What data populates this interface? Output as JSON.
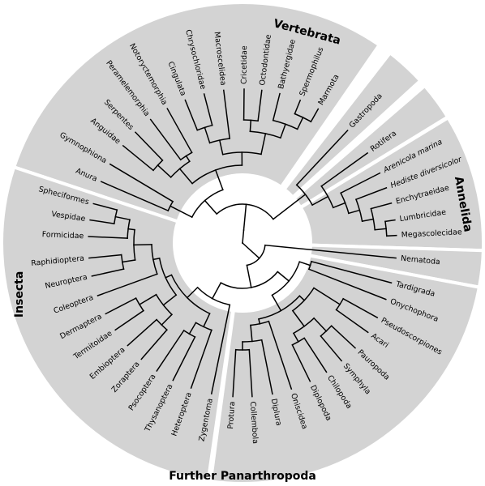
{
  "figure": {
    "clades": [
      {
        "id": "vertebrata",
        "label": "Vertebrata"
      },
      {
        "id": "gastropoda",
        "label": ""
      },
      {
        "id": "rotifera",
        "label": ""
      },
      {
        "id": "annelida",
        "label": "Annelida"
      },
      {
        "id": "nematoda",
        "label": ""
      },
      {
        "id": "panarthropoda",
        "label": "Further Panarthropoda"
      },
      {
        "id": "insecta",
        "label": "Insecta"
      }
    ],
    "taxa": [
      {
        "id": "anura",
        "label": "Anura",
        "italic": false
      },
      {
        "id": "gymnophiona",
        "label": "Gymnophiona",
        "italic": false
      },
      {
        "id": "anguidae",
        "label": "Anguidae",
        "italic": false
      },
      {
        "id": "serpentes",
        "label": "Serpentes",
        "italic": false
      },
      {
        "id": "peramelemorphia",
        "label": "Peramelemorphia",
        "italic": false
      },
      {
        "id": "notoryctemorphia",
        "label": "Notoryctemorphia",
        "italic": false
      },
      {
        "id": "cingulata",
        "label": "Cingulata",
        "italic": false
      },
      {
        "id": "chrysochloridae",
        "label": "Chrysochloridae",
        "italic": false
      },
      {
        "id": "macroscelidea",
        "label": "Macroscelidea",
        "italic": false
      },
      {
        "id": "cricetidae",
        "label": "Cricetidae",
        "italic": false
      },
      {
        "id": "octodontidae",
        "label": "Octodontidae",
        "italic": false
      },
      {
        "id": "bathyergidae",
        "label": "Bathyergidae",
        "italic": false
      },
      {
        "id": "spermophilus",
        "label": "Spermophilus",
        "italic": false
      },
      {
        "id": "marmota",
        "label": "Marmota",
        "italic": false
      },
      {
        "id": "gastropoda",
        "label": "Gastropoda",
        "italic": false
      },
      {
        "id": "rotifera",
        "label": "Rotifera",
        "italic": false
      },
      {
        "id": "arenicola",
        "label": "Arenicola marina",
        "italic": true
      },
      {
        "id": "hediste",
        "label": "Hediste diversicolor",
        "italic": true
      },
      {
        "id": "enchytraeidae",
        "label": "Enchytraeidae",
        "italic": false
      },
      {
        "id": "lumbricidae",
        "label": "Lumbricidae",
        "italic": false
      },
      {
        "id": "megascolecidae",
        "label": "Megascolecidae",
        "italic": false
      },
      {
        "id": "nematoda",
        "label": "Nematoda",
        "italic": false
      },
      {
        "id": "tardigrada",
        "label": "Tardigrada",
        "italic": false
      },
      {
        "id": "onychophora",
        "label": "Onychophora",
        "italic": false
      },
      {
        "id": "pseudoscorpiones",
        "label": "Pseudoscorpiones",
        "italic": false
      },
      {
        "id": "acari",
        "label": "Acari",
        "italic": false
      },
      {
        "id": "pauropoda",
        "label": "Pauropoda",
        "italic": false
      },
      {
        "id": "symphyla",
        "label": "Symphyla",
        "italic": false
      },
      {
        "id": "chilopoda",
        "label": "Chilopoda",
        "italic": false
      },
      {
        "id": "diplopoda",
        "label": "Diplopoda",
        "italic": false
      },
      {
        "id": "oniscidea",
        "label": "Oniscidea",
        "italic": false
      },
      {
        "id": "diplura",
        "label": "Diplura",
        "italic": false
      },
      {
        "id": "collembola",
        "label": "Collembola",
        "italic": false
      },
      {
        "id": "protura",
        "label": "Protura",
        "italic": false
      },
      {
        "id": "zygentoma",
        "label": "Zygentoma",
        "italic": false
      },
      {
        "id": "heteroptera",
        "label": "Heteroptera",
        "italic": false
      },
      {
        "id": "thysanoptera",
        "label": "Thysanoptera",
        "italic": false
      },
      {
        "id": "psocoptera",
        "label": "Psocoptera",
        "italic": false
      },
      {
        "id": "zoraptera",
        "label": "Zoraptera",
        "italic": false
      },
      {
        "id": "embioptera",
        "label": "Embioptera",
        "italic": false
      },
      {
        "id": "termitoidae",
        "label": "Termitoidae",
        "italic": false
      },
      {
        "id": "dermaptera",
        "label": "Dermaptera",
        "italic": false
      },
      {
        "id": "coleoptera",
        "label": "Coleoptera",
        "italic": false
      },
      {
        "id": "neuroptera",
        "label": "Neuroptera",
        "italic": false
      },
      {
        "id": "raphidioptera",
        "label": "Raphidioptera",
        "italic": false
      },
      {
        "id": "formicidae",
        "label": "Formicidae",
        "italic": false
      },
      {
        "id": "vespidae",
        "label": "Vespidae",
        "italic": false
      },
      {
        "id": "spheciformes",
        "label": "Spheciformes",
        "italic": false
      }
    ],
    "colors": {
      "sector": "#d3d3d3",
      "branch": "#000000",
      "background": "#ffffff"
    }
  }
}
